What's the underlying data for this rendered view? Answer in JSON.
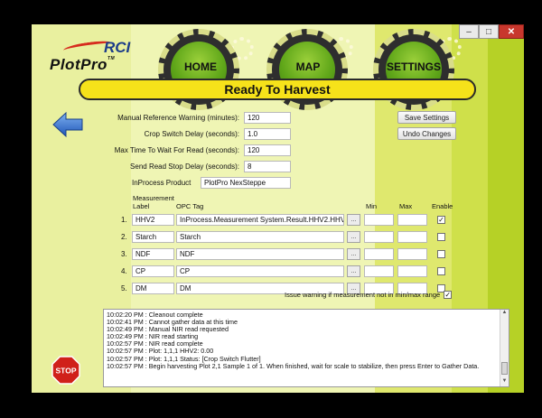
{
  "window": {
    "controls": {
      "minimize": "–",
      "maximize": "□",
      "close": "✕"
    }
  },
  "logo": {
    "rci": "RCI",
    "plotpro": "PlotPro",
    "tm": "TM"
  },
  "nav": {
    "home": "HOME",
    "map": "MAP",
    "settings": "SETTINGS"
  },
  "status_title": "Ready To Harvest",
  "settings_form": {
    "manual_reference_warning": {
      "label": "Manual Reference Warning (minutes):",
      "value": "120"
    },
    "crop_switch_delay": {
      "label": "Crop Switch Delay (seconds):",
      "value": "1.0"
    },
    "max_time_wait_read": {
      "label": "Max Time To Wait For Read (seconds):",
      "value": "120"
    },
    "send_read_stop_delay": {
      "label": "Send Read Stop Delay (seconds):",
      "value": "8"
    },
    "inprocess_product": {
      "label": "InProcess Product",
      "value": "PlotPro NexSteppe"
    }
  },
  "buttons": {
    "save_settings": "Save Settings",
    "undo_changes": "Undo Changes"
  },
  "measurements": {
    "headers": {
      "label": "Measurement Label",
      "opc_tag": "OPC Tag",
      "min": "Min",
      "max": "Max",
      "enable": "Enable"
    },
    "rows": [
      {
        "num": "1.",
        "label": "HHV2",
        "opc_tag": "InProcess.Measurement System.Result.HHV2.HHV",
        "min": "",
        "max": "",
        "enabled": true
      },
      {
        "num": "2.",
        "label": "Starch",
        "opc_tag": "Starch",
        "min": "",
        "max": "",
        "enabled": false
      },
      {
        "num": "3.",
        "label": "NDF",
        "opc_tag": "NDF",
        "min": "",
        "max": "",
        "enabled": false
      },
      {
        "num": "4.",
        "label": "CP",
        "opc_tag": "CP",
        "min": "",
        "max": "",
        "enabled": false
      },
      {
        "num": "5.",
        "label": "DM",
        "opc_tag": "DM",
        "min": "",
        "max": "",
        "enabled": false
      }
    ],
    "browse_label": "...",
    "warn_out_of_range": {
      "label": "Issue warning if measurement not in min/max range",
      "checked": true
    }
  },
  "log": {
    "lines": [
      "10:02:20 PM : Cleanout complete",
      "10:02:41 PM : Cannot gather data at this time",
      "10:02:49 PM : Manual NIR read requested",
      "10:02:49 PM : NIR read starting",
      "10:02:57 PM : NIR read complete",
      "10:02:57 PM : Plot: 1,1,1 HHV2: 0.00",
      "10:02:57 PM : Plot: 1,1,1 Status: [Crop Switch Flutter]",
      "10:02:57 PM : Begin harvesting Plot 2,1 Sample 1 of 1.  When finished, wait for scale to stabilize, then press Enter to Gather Data."
    ]
  },
  "stop_button": "STOP",
  "colors": {
    "title_bar": "#f6e21a",
    "gear_green": "#5fa619",
    "background": "#e6ef9a",
    "stop_red": "#d0201a",
    "back_arrow_blue": "#2f6fd1"
  }
}
